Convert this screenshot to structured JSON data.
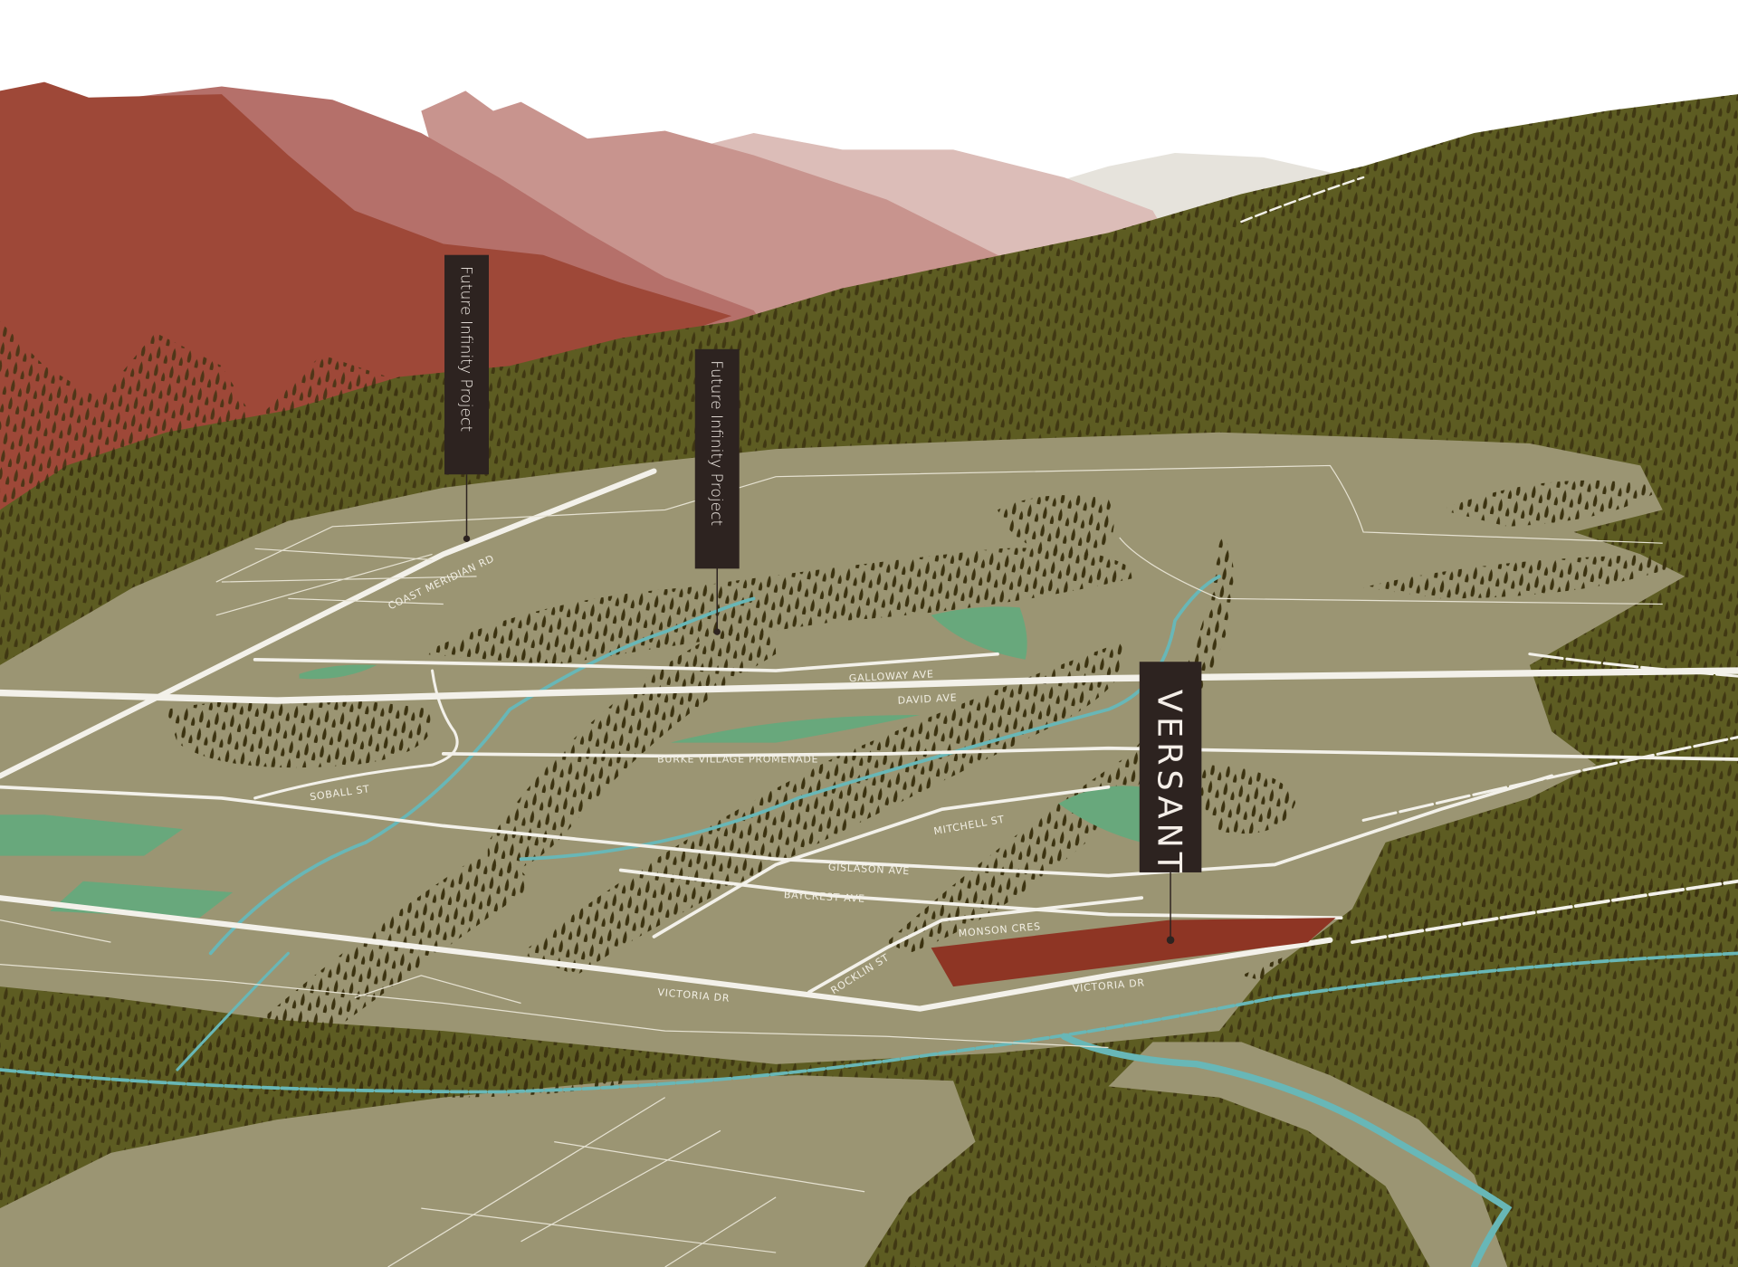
{
  "colors": {
    "sky": "#ffffff",
    "mountain_far": "#e6e3dc",
    "mountain_4": "#dcbdb8",
    "mountain_3": "#c8948e",
    "mountain_2": "#b5706a",
    "mountain_1": "#9e4838",
    "forest": "#5d5c22",
    "tree": "#3b3210",
    "land": "#9b9573",
    "park": "#68a87c",
    "water": "#68b7b7",
    "parcel": "#8e3524",
    "marker": "#2d2320",
    "road": "#f3f1ea"
  },
  "markers": [
    {
      "label": "Future Infinity Project"
    },
    {
      "label": "Future Infinity Project"
    },
    {
      "label": "VERSANT"
    }
  ],
  "streets": {
    "coast_meridian": "COAST MERIDIAN RD",
    "galloway": "GALLOWAY AVE",
    "david": "DAVID AVE",
    "burke": "BURKE VILLAGE PROMENADE",
    "soball": "SOBALL ST",
    "mitchell": "MITCHELL ST",
    "gislason": "GISLASON AVE",
    "baycrest": "BAYCREST AVE",
    "monson": "MONSON CRES",
    "rocklin": "ROCKLIN ST",
    "victoria_west": "VICTORIA DR",
    "victoria_east": "VICTORIA DR"
  }
}
